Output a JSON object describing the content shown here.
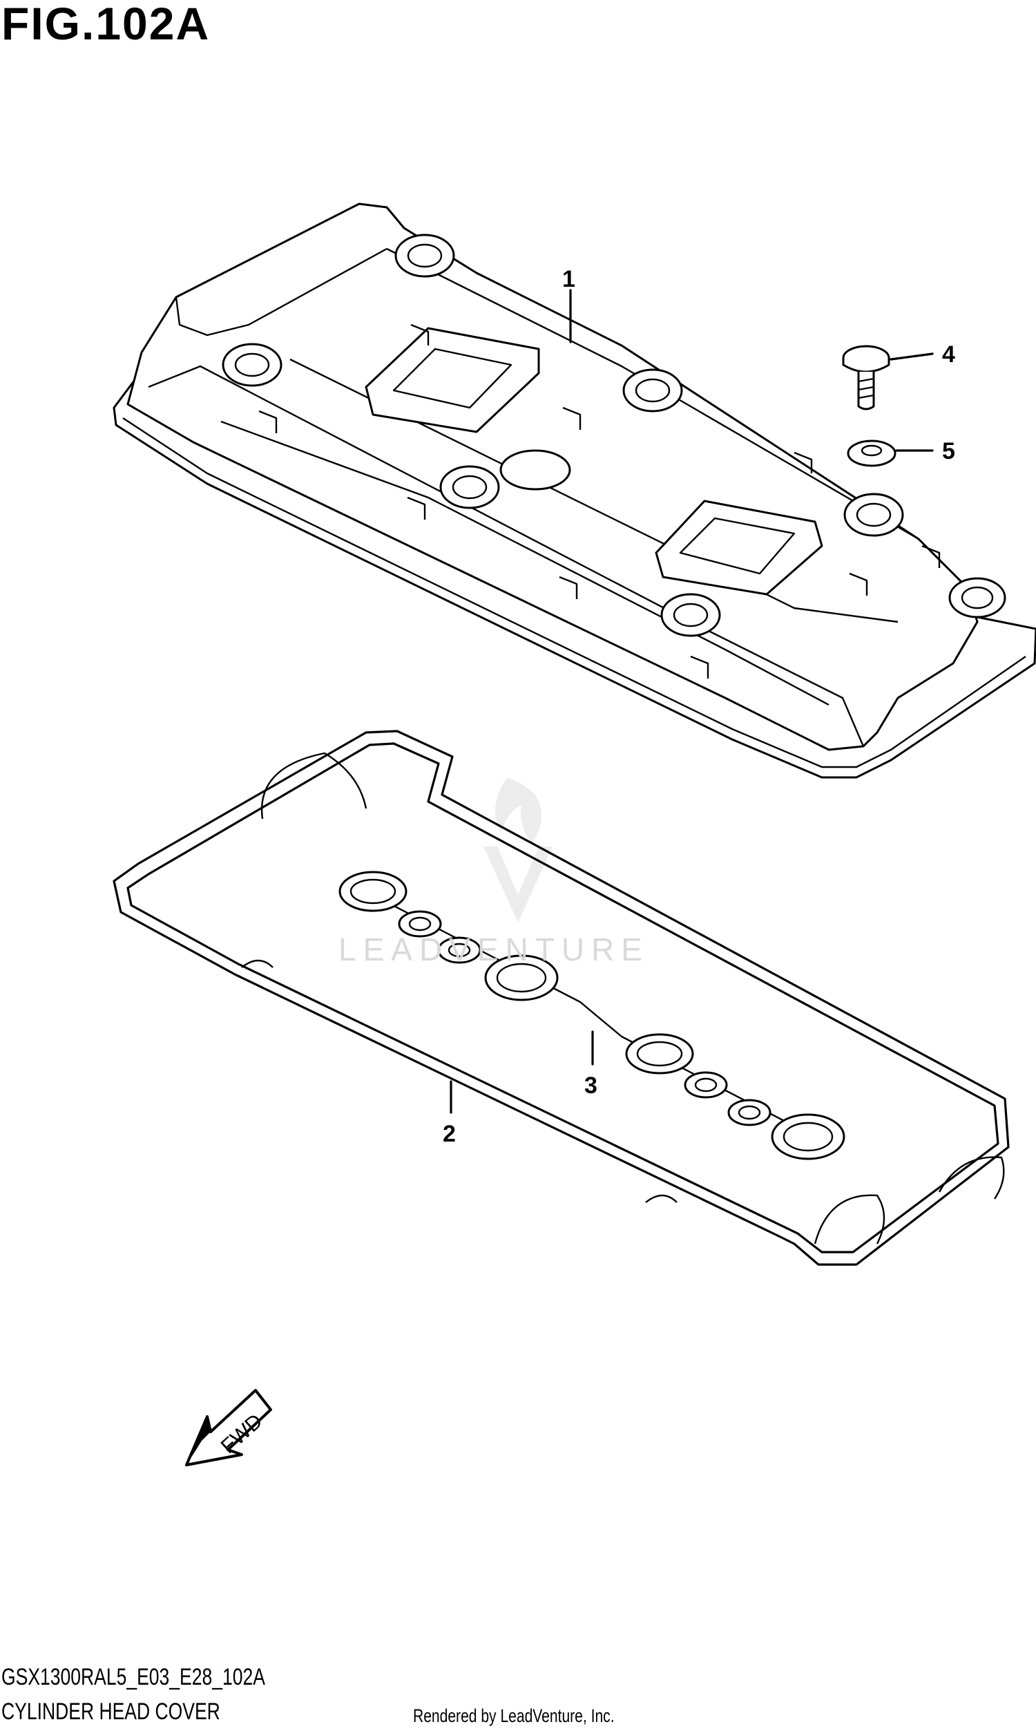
{
  "figure": {
    "title": "FIG.102A",
    "code": "GSX1300RAL5_E03_E28_102A",
    "caption": "CYLINDER HEAD COVER",
    "credit": "Rendered by LeadVenture, Inc.",
    "watermark": "LEADVENTURE"
  },
  "callouts": [
    {
      "label": "1",
      "part": "cylinder-head-cover"
    },
    {
      "label": "2",
      "part": "cover-gasket"
    },
    {
      "label": "3",
      "part": "plug-hole-gasket"
    },
    {
      "label": "4",
      "part": "bolt"
    },
    {
      "label": "5",
      "part": "washer"
    }
  ],
  "direction_marker": {
    "label": "FWD",
    "icon": "fwd-arrow-icon"
  },
  "colors": {
    "line": "#000000",
    "background": "#ffffff",
    "watermark": "#e6e6e6"
  }
}
